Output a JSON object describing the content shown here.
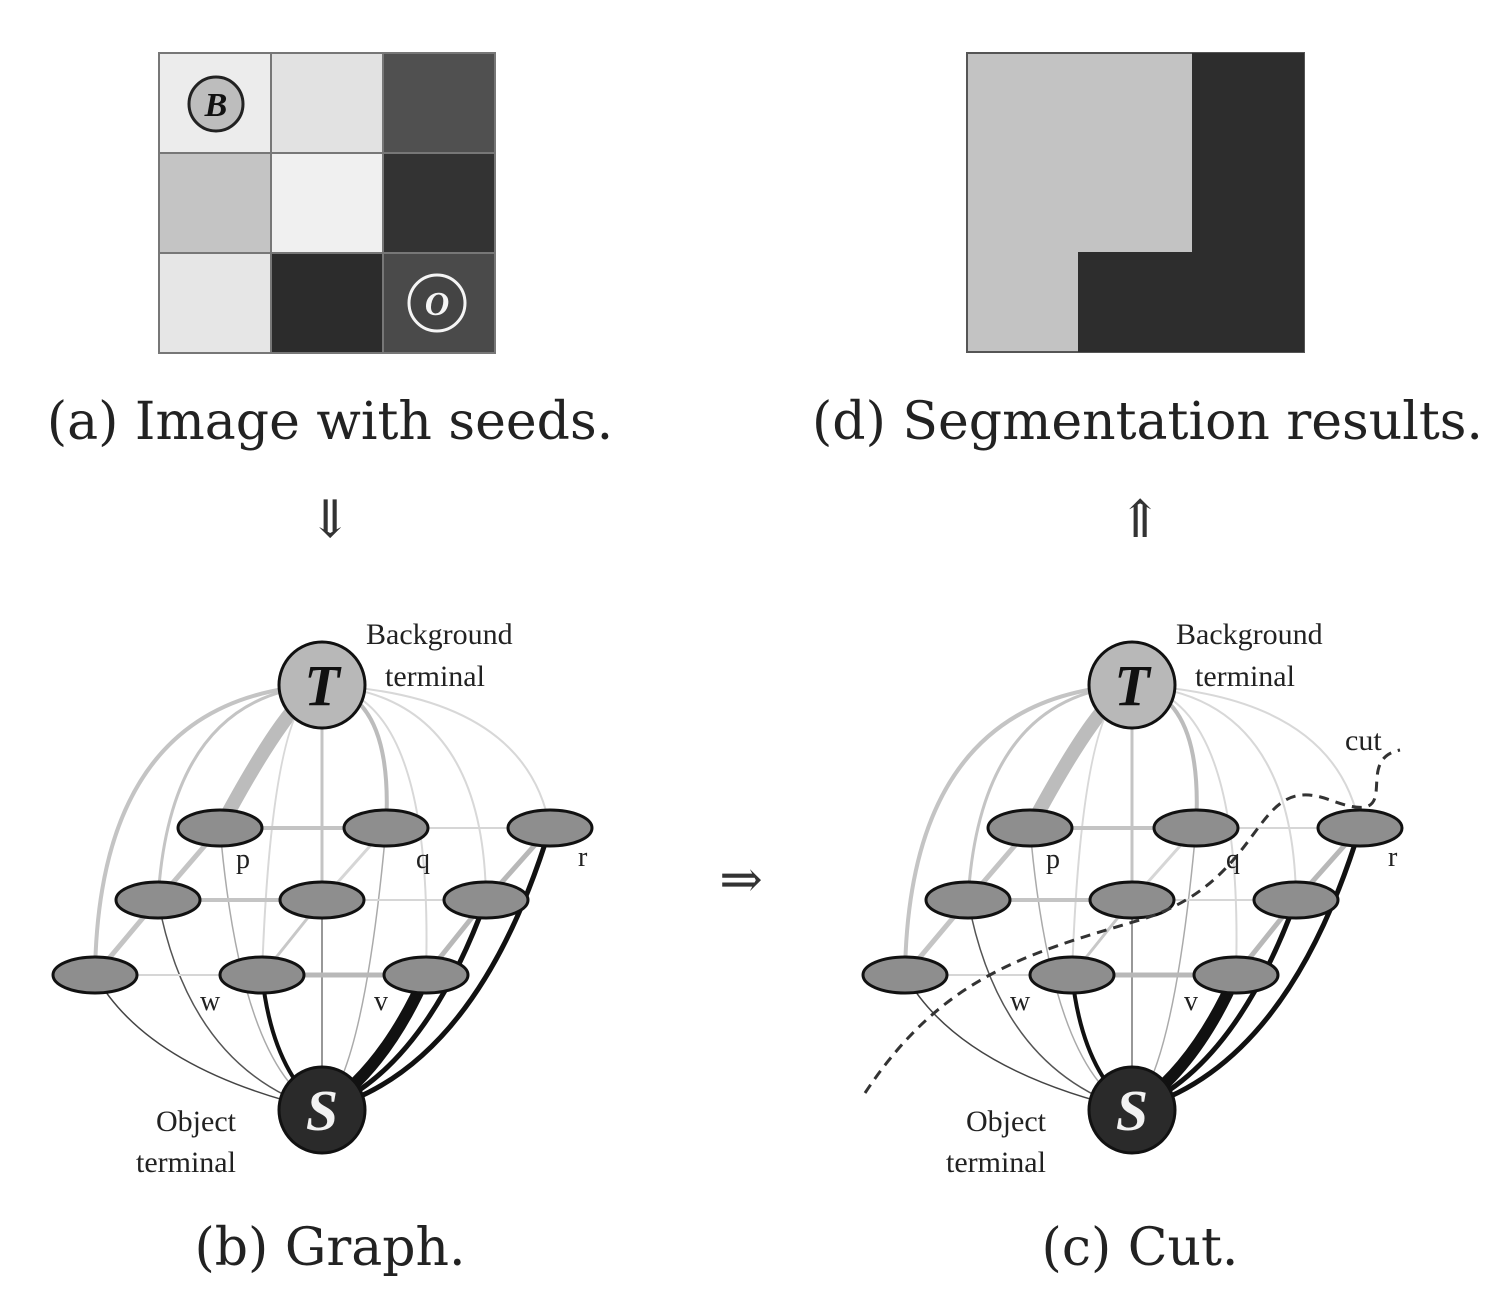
{
  "panels": {
    "a": {
      "caption": "(a) Image with seeds.",
      "seed_background": "B",
      "seed_object": "O",
      "cells": [
        [
          "#ececec",
          "#e2e2e2",
          "#505050"
        ],
        [
          "#c4c4c4",
          "#f0f0f0",
          "#333333"
        ],
        [
          "#e6e6e6",
          "#2c2c2c",
          "#4a4a4a"
        ]
      ]
    },
    "d": {
      "caption": "(d) Segmentation results.",
      "background_color": "#c3c3c3",
      "object_color": "#2d2d2d"
    },
    "b": {
      "caption": "(b) Graph."
    },
    "c": {
      "caption": "(c) Cut.",
      "cut_label": "cut"
    }
  },
  "graph": {
    "terminal_T": "T",
    "terminal_S": "S",
    "background_label_line1": "Background",
    "background_label_line2": "terminal",
    "object_label_line1": "Object",
    "object_label_line2": "terminal",
    "node_labels": {
      "p": "p",
      "q": "q",
      "r": "r",
      "w": "w",
      "v": "v"
    }
  },
  "arrows": {
    "down": "⇓",
    "up": "⇑",
    "right": "⇒"
  }
}
